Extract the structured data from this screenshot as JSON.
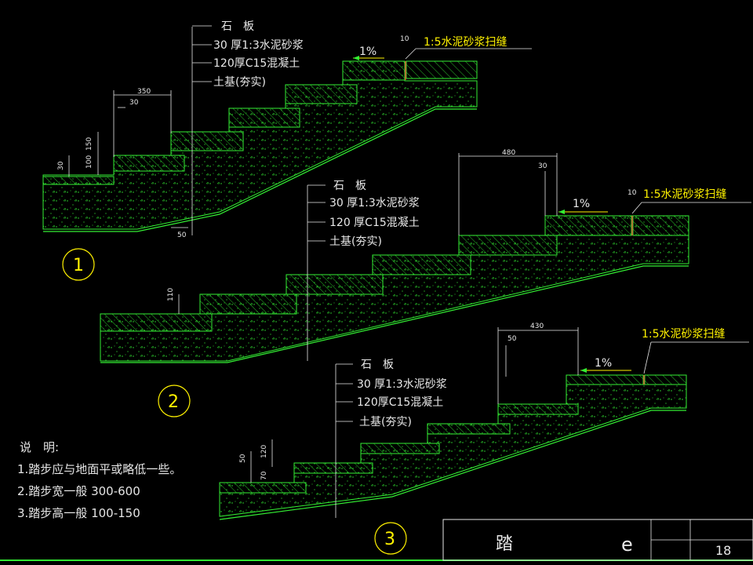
{
  "labels": {
    "stone": "石　板",
    "mortar30": "30 厚1:3水泥砂浆",
    "mortar30_b": "30 厚1:3水泥砂浆",
    "concrete120": "120厚C15混凝土",
    "concrete120_b": "120 厚C15混凝土",
    "concrete120_c": "120厚C15混凝土",
    "soil": "土基(夯实)",
    "soil_b": "土基(夯实)",
    "soil_c": "土基(夯实)",
    "joint": "1:5水泥砂浆扫缝",
    "slope": "1%"
  },
  "dims": {
    "d1_width": "350",
    "d1_30": "30",
    "d1_150": "150",
    "d1_100": "100",
    "d1_30b": "30",
    "d1_50": "50",
    "d1_10": "10",
    "d2_width": "480",
    "d2_30": "30",
    "d2_110": "110",
    "d2_10": "10",
    "d3_width": "430",
    "d3_50": "50",
    "d3_120": "120",
    "d3_50b": "50",
    "d3_70": "70"
  },
  "detail_numbers": [
    "1",
    "2",
    "3"
  ],
  "notes": {
    "title": "说　明:",
    "items": [
      "1.踏步应与地面平或略低一些。",
      "2.踏步宽一般 300-600",
      "3.踏步高一般 100-150"
    ]
  },
  "title_block": {
    "name": "踏",
    "mark": "e",
    "sheet": "18"
  }
}
